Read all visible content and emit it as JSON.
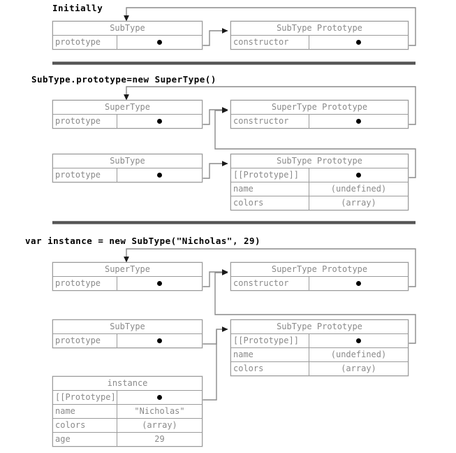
{
  "diagram": {
    "title_note": "JavaScript prototype chain inheritance diagram",
    "labels": {
      "prototype_key": "prototype",
      "constructor_key": "constructor",
      "internal_proto_key": "[[Prototype]]",
      "name_key": "name",
      "colors_key": "colors",
      "age_key": "age",
      "undefined_value": "(undefined)",
      "array_value": "(array)",
      "nicholas_value": "\"Nicholas\"",
      "age_value": "29",
      "subtype_title": "SubType",
      "supertype_title": "SuperType",
      "subtype_prototype_title": "SubType Prototype",
      "supertype_prototype_title": "SuperType Prototype",
      "instance_title": "instance"
    },
    "sections": [
      {
        "id": "initially",
        "heading": "Initially",
        "boxes": [
          {
            "id": "s1-subtype",
            "title": "SubType",
            "rows": [
              {
                "key": "prototype",
                "value": ""
              }
            ]
          },
          {
            "id": "s1-subtype-proto",
            "title": "SubType Prototype",
            "rows": [
              {
                "key": "constructor",
                "value": ""
              }
            ]
          }
        ]
      },
      {
        "id": "assign-prototype",
        "heading": "SubType.prototype=new SuperType()",
        "boxes": [
          {
            "id": "s2-supertype",
            "title": "SuperType",
            "rows": [
              {
                "key": "prototype",
                "value": ""
              }
            ]
          },
          {
            "id": "s2-supertype-proto",
            "title": "SuperType Prototype",
            "rows": [
              {
                "key": "constructor",
                "value": ""
              }
            ]
          },
          {
            "id": "s2-subtype",
            "title": "SubType",
            "rows": [
              {
                "key": "prototype",
                "value": ""
              }
            ]
          },
          {
            "id": "s2-subtype-proto",
            "title": "SubType Prototype",
            "rows": [
              {
                "key": "[[Prototype]]",
                "value": ""
              },
              {
                "key": "name",
                "value": "(undefined)"
              },
              {
                "key": "colors",
                "value": "(array)"
              }
            ]
          }
        ]
      },
      {
        "id": "create-instance",
        "heading": "var instance = new SubType(\"Nicholas\", 29)",
        "boxes": [
          {
            "id": "s3-supertype",
            "title": "SuperType",
            "rows": [
              {
                "key": "prototype",
                "value": ""
              }
            ]
          },
          {
            "id": "s3-supertype-proto",
            "title": "SuperType Prototype",
            "rows": [
              {
                "key": "constructor",
                "value": ""
              }
            ]
          },
          {
            "id": "s3-subtype",
            "title": "SubType",
            "rows": [
              {
                "key": "prototype",
                "value": ""
              }
            ]
          },
          {
            "id": "s3-subtype-proto",
            "title": "SubType Prototype",
            "rows": [
              {
                "key": "[[Prototype]]",
                "value": ""
              },
              {
                "key": "name",
                "value": "(undefined)"
              },
              {
                "key": "colors",
                "value": "(array)"
              }
            ]
          },
          {
            "id": "s3-instance",
            "title": "instance",
            "rows": [
              {
                "key": "[[Prototype]]",
                "value": ""
              },
              {
                "key": "name",
                "value": "\"Nicholas\""
              },
              {
                "key": "colors",
                "value": "(array)"
              },
              {
                "key": "age",
                "value": "29"
              }
            ]
          }
        ]
      }
    ],
    "colors": {
      "line": "#8a8a8a",
      "text": "#8a8a8a",
      "heading": "#000000",
      "dot": "#000000",
      "divider": "#555555"
    }
  }
}
